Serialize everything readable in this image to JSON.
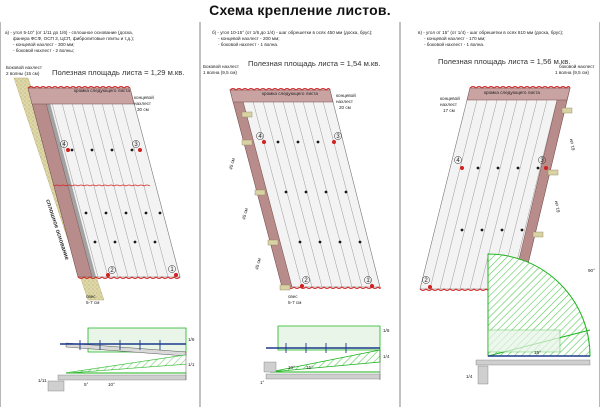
{
  "title": "Схема крепление листов.",
  "colors": {
    "sheet_fill": "#f1f1f1",
    "rib_line": "#9a9a9a",
    "overlap_brown": "#a87878",
    "overlap_brown_dark": "#8b5a5a",
    "wave_red": "#d21f1f",
    "base_yellow": "#ded7a8",
    "base_dots": "#c8bf86",
    "batten_fill": "#cfcfcf",
    "green": "#1fb31f",
    "blue_mark": "#1b3a8c",
    "angle_green_hatch": "#6fd36f"
  },
  "panels": [
    {
      "id": "a",
      "desc_lines": [
        "а) - угол 5-10° (от 1/11 до 1/6) - сплошное основание (доска,",
        "фанера ФСФ, ОСП 3, ЦСП, фибролитовые плиты и т.д.);",
        "- концевой нахлест - 300 мм;",
        "- боковой нахлест - 2 волны;"
      ],
      "side_label_1": "Боковой нахлест",
      "side_label_2": "2 волны (15 см)",
      "area": "Полезная площадь листа = 1,29 м.кв.",
      "edge_label": "кромка следующего листа",
      "end_label_1": "концевой",
      "end_label_2": "нахлест",
      "end_label_3": "30 см",
      "base_label": "сплошное основание",
      "eave_label_1": "свес",
      "eave_label_2": "5-7 см",
      "nums": [
        "1",
        "2",
        "3",
        "4"
      ],
      "detail_labels": [
        "1/1",
        "5°",
        "10°",
        "1/6",
        "1/11"
      ]
    },
    {
      "id": "b",
      "desc_lines": [
        "б) - угол 10-15° (от 1/6 до 1/4) - шаг обрешетки в осях 450 мм (доска, брус);",
        "- концевой нахлест - 200 мм;",
        "- боковой нахлест - 1 волна."
      ],
      "side_label_1": "Боковой нахлест",
      "side_label_2": "1 волна (9,5 см)",
      "area": "Полезная площадь листа = 1,54 м.кв.",
      "edge_label": "кромка следующего листа",
      "end_label_1": "концевой",
      "end_label_2": "нахлест",
      "end_label_3": "20 см",
      "dims": [
        "45 см",
        "45 см",
        "45 см"
      ],
      "eave_label_1": "свес",
      "eave_label_2": "5-7 см",
      "nums": [
        "1",
        "2",
        "3",
        "4"
      ],
      "detail_labels": [
        "1/6",
        "1/4",
        "10°",
        "15°",
        "1°"
      ]
    },
    {
      "id": "c",
      "desc_lines": [
        "в) - угол от 15° (от 1/4) - шаг обрешетки в осях 610 мм (доска, брус);",
        "- концевой нахлест - 170 мм;",
        "- боковой нахлест - 1 волна."
      ],
      "side_label_1": "боковой нахлест",
      "side_label_2": "1 волна (9,5 см)",
      "area": "Полезная площадь листа = 1,56 м.кв.",
      "edge_label": "кромка следующего листа",
      "end_label_1": "концевой",
      "end_label_2": "нахлест",
      "end_label_3": "17 см",
      "dims": [
        "61 см",
        "61 см"
      ],
      "eave_label_1": "свес",
      "eave_label_2": "5-7 см",
      "nums": [
        "1",
        "2",
        "3",
        "4"
      ],
      "detail_labels": [
        "90°",
        "1/4",
        "15°"
      ]
    }
  ]
}
